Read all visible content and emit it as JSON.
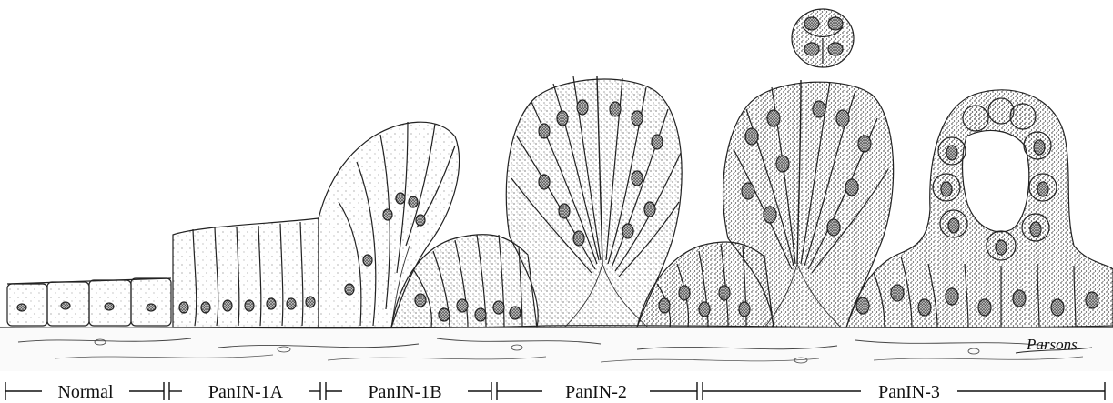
{
  "figure": {
    "artist_signature": "Parsons",
    "stages": [
      {
        "label": "Normal"
      },
      {
        "label": "PanIN-1A"
      },
      {
        "label": "PanIN-1B"
      },
      {
        "label": "PanIN-2"
      },
      {
        "label": "PanIN-3"
      }
    ]
  }
}
